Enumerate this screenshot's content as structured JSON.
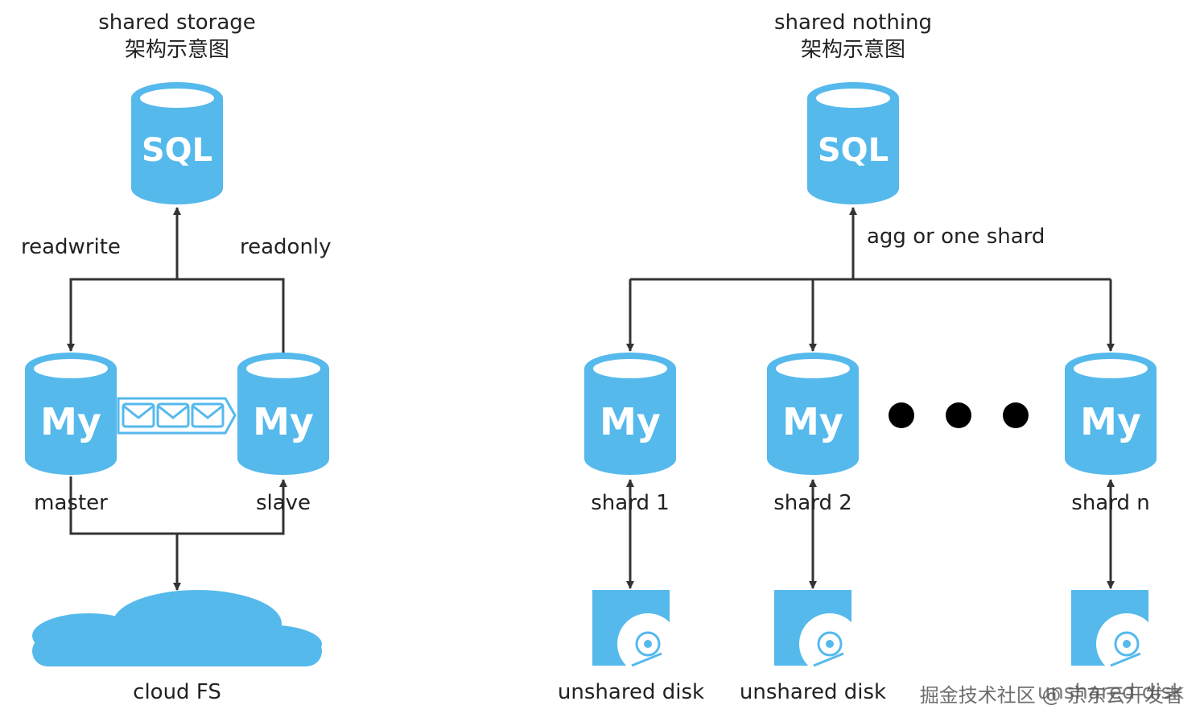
{
  "colors": {
    "db_blue": "#55b9ec",
    "line": "#333333",
    "text": "#222222",
    "dot": "#000000"
  },
  "left": {
    "title_line1": "shared storage",
    "title_line2": "架构示意图",
    "top_db_text": "SQL",
    "readwrite_label": "readwrite",
    "readonly_label": "readonly",
    "master_db_text": "My",
    "slave_db_text": "My",
    "master_label": "master",
    "slave_label": "slave",
    "cloud_label": "cloud FS"
  },
  "right": {
    "title_line1": "shared nothing",
    "title_line2": "架构示意图",
    "top_db_text": "SQL",
    "agg_label": "agg or one shard",
    "shards": [
      {
        "db_text": "My",
        "label": "shard 1",
        "disk_label": "unshared disk"
      },
      {
        "db_text": "My",
        "label": "shard 2",
        "disk_label": "unshared disk"
      },
      {
        "db_text": "My",
        "label": "shard n",
        "disk_label": "unshared disk"
      }
    ]
  },
  "watermark": "掘金技术社区 @ 京东云开发者",
  "icons": {
    "database": "database-cylinder-icon",
    "replication": "message-queue-icon",
    "cloud": "cloud-icon",
    "disk": "hard-disk-icon",
    "ellipsis": "ellipsis-dots"
  }
}
